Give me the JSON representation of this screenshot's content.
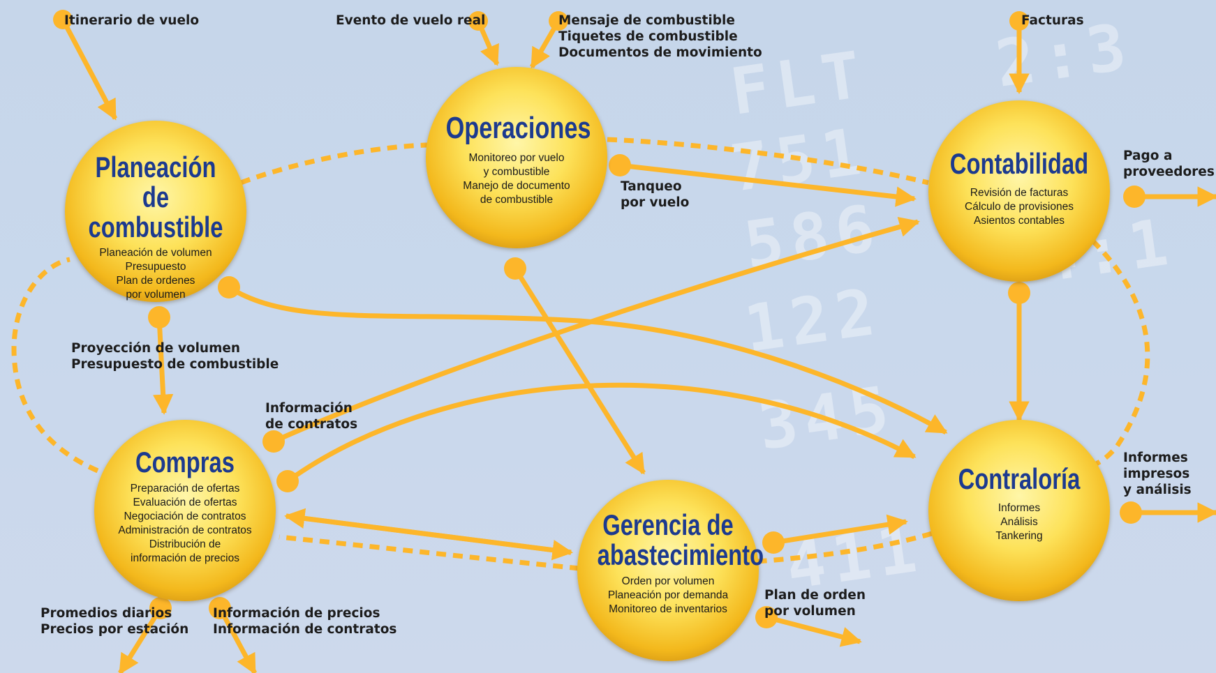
{
  "colors": {
    "arrow": "#fdb62a",
    "title": "#1c3a8f",
    "background": "#c7d7eb"
  },
  "background_text": [
    "FLT",
    "751",
    "586",
    "122",
    "345",
    "411",
    "2:3",
    "4:1"
  ],
  "nodes": {
    "planeacion": {
      "title": [
        "Planeación",
        "de combustible"
      ],
      "items": [
        "Planeación de volumen",
        "Presupuesto",
        "Plan de ordenes",
        "por volumen"
      ]
    },
    "operaciones": {
      "title": [
        "Operaciones"
      ],
      "items": [
        "Monitoreo por vuelo",
        "y combustible",
        "Manejo de documento",
        "de combustible"
      ]
    },
    "contabilidad": {
      "title": [
        "Contabilidad"
      ],
      "items": [
        "Revisión de facturas",
        "Cálculo de provisiones",
        "Asientos contables"
      ]
    },
    "compras": {
      "title": [
        "Compras"
      ],
      "items": [
        "Preparación de ofertas",
        "Evaluación de ofertas",
        "Negociación de contratos",
        "Administración de contratos",
        "Distribución de",
        "información de precios"
      ]
    },
    "gerencia": {
      "title": [
        "Gerencia de",
        "abastecimiento"
      ],
      "items": [
        "Orden por volumen",
        "Planeación por demanda",
        "Monitoreo de inventarios"
      ]
    },
    "contraloria": {
      "title": [
        "Contraloría"
      ],
      "items": [
        "Informes",
        "Análisis",
        "Tankering"
      ]
    }
  },
  "labels": {
    "itinerario": [
      "Itinerario de vuelo"
    ],
    "evento": [
      "Evento de vuelo real"
    ],
    "mensaje": [
      "Mensaje de combustible",
      "Tiquetes de combustible",
      "Documentos de movimiento"
    ],
    "facturas": [
      "Facturas"
    ],
    "pago": [
      "Pago a",
      "proveedores"
    ],
    "tanqueo": [
      "Tanqueo",
      "por vuelo"
    ],
    "proyeccion": [
      "Proyección de volumen",
      "Presupuesto de combustible"
    ],
    "info_contratos": [
      "Información",
      "de contratos"
    ],
    "informes": [
      "Informes",
      "impresos",
      "y análisis"
    ],
    "promedios": [
      "Promedios diarios",
      "Precios por estación"
    ],
    "info_precios": [
      "Información de precios",
      "Información de contratos"
    ],
    "plan_orden": [
      "Plan de orden",
      "por volumen"
    ]
  }
}
